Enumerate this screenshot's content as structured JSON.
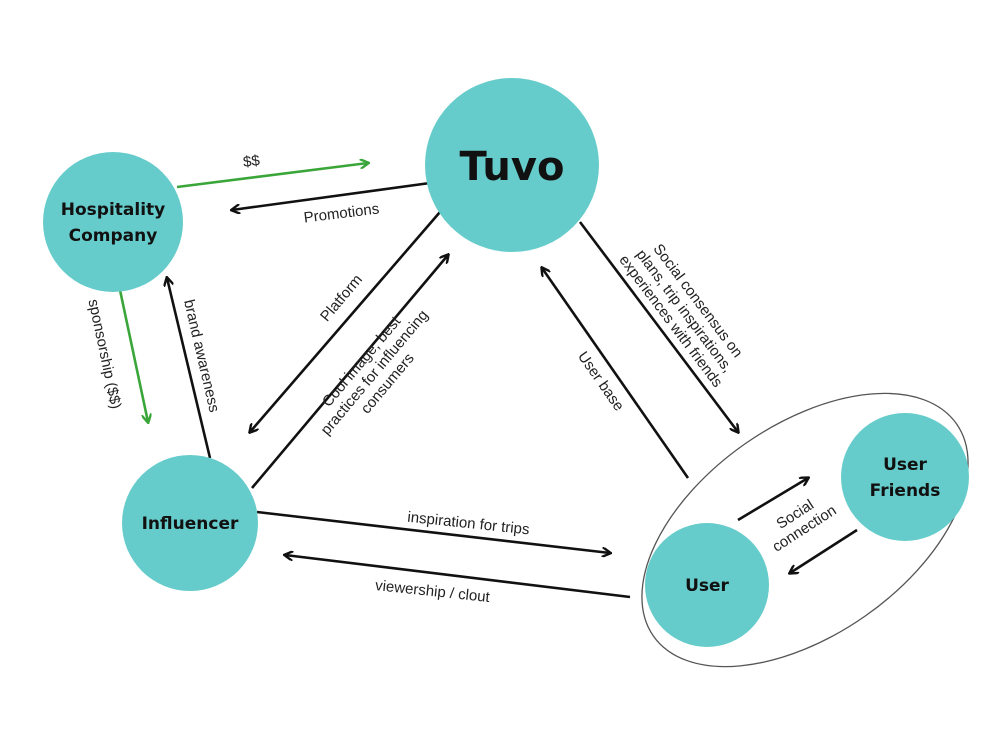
{
  "colors": {
    "node_fill": "#66cccb",
    "arrow_default": "#111111",
    "arrow_money": "#3aa63a",
    "group_outline": "#555555"
  },
  "nodes": {
    "tuvo": "Tuvo",
    "hospitality_line1": "Hospitality",
    "hospitality_line2": "Company",
    "influencer": "Influencer",
    "user": "User",
    "user_friends_line1": "User",
    "user_friends_line2": "Friends"
  },
  "edges": {
    "money": "$$",
    "promotions": "Promotions",
    "sponsorship": "sponsorship ($$)",
    "brand_awareness": "brand awareness",
    "platform": "Platform",
    "cool_image_line1": "Cool image, best",
    "cool_image_line2": "practices for influencing",
    "cool_image_line3": "consumers",
    "social_consensus_line1": "Social consensus on",
    "social_consensus_line2": "plans, trip inspirations,",
    "social_consensus_line3": "experiences with friends",
    "user_base": "User base",
    "inspiration": "inspiration for trips",
    "viewership": "viewership / clout",
    "social_connection_line1": "Social",
    "social_connection_line2": "connection"
  }
}
